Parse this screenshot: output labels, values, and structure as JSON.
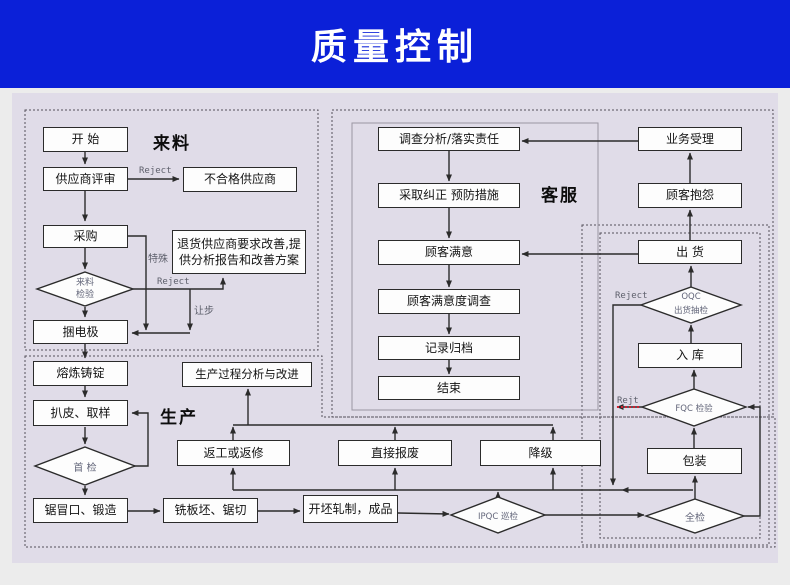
{
  "header": {
    "title": "质量控制"
  },
  "sections": {
    "incoming": "来料",
    "service": "客服",
    "production": "生产"
  },
  "nodes": {
    "start": "开 始",
    "supplier_review": "供应商评审",
    "unqualified": "不合格供应商",
    "purchase": "采购",
    "incoming_check": "来料\n检验",
    "bundle": "捆电极",
    "return_supplier": "退货供应商要求改善,提供分析报告和改善方案",
    "melting": "熔炼铸锭",
    "peeling": "扒皮、取样",
    "first_check": "首 检",
    "saw_forge": "锯冒口、锻造",
    "milling": "铣板坯、锯切",
    "rolling": "开坯轧制，成品",
    "process_analysis": "生产过程分析与改进",
    "rework": "返工或返修",
    "scrap": "直接报废",
    "downgrade": "降级",
    "ipqc": "IPQC 巡检",
    "full_check": "全检",
    "investigate": "调查分析/落实责任",
    "corrective": "采取纠正 预防措施",
    "satisfaction": "顾客满意",
    "survey": "顾客满意度调查",
    "archive": "记录归档",
    "end": "结束",
    "acceptance": "业务受理",
    "complaint": "顾客抱怨",
    "shipment": "出 货",
    "oqc": "OQC\n出货抽检",
    "warehouse": "入 库",
    "fqc": "FQC 检验",
    "packing": "包装"
  },
  "edge_labels": {
    "reject_supplier": "Reject",
    "reject_incoming": "Reject",
    "reject_oqc": "Reject",
    "reject_fqc": "Rejt",
    "special": "特殊",
    "concession": "让步"
  },
  "colors": {
    "header_bg": "#0b20d8",
    "header_text": "#ffffff",
    "panel_bg": "#e0dce8",
    "page_margin": "#ececec",
    "node_fill": "#fdfdfd",
    "node_border": "#2b2b2b",
    "dashed_border": "#55505a",
    "gray_label": "#63667a",
    "reject_underline": "#cc2233"
  }
}
